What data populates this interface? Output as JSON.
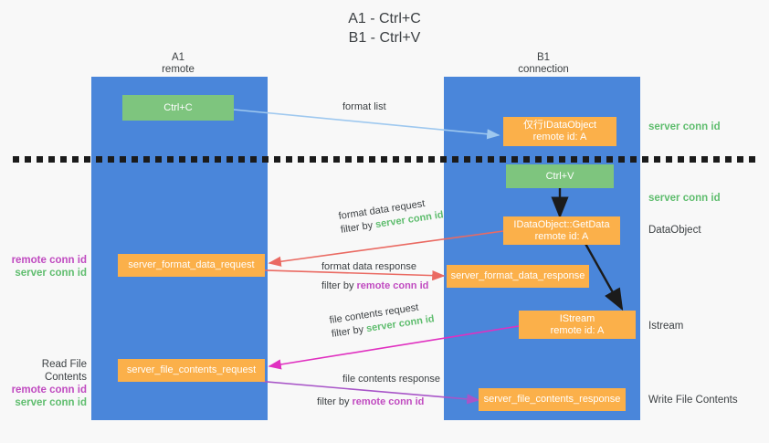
{
  "title": "A1 - Ctrl+C\nB1 - Ctrl+V",
  "lanes": {
    "left": {
      "name": "A1",
      "role": "remote",
      "header": "A1\nremote"
    },
    "right": {
      "name": "B1",
      "role": "connection",
      "header": "B1\nconnection"
    }
  },
  "colors": {
    "lane": "#4a86da",
    "green_node": "#7ec57e",
    "orange_node": "#fbb04a",
    "server_conn_id": "#5fbd6e",
    "remote_conn_id": "#c04ac0",
    "arrow_blue": "#9ec8ef",
    "arrow_red": "#ea6a62",
    "arrow_magenta": "#e030c0",
    "arrow_purple": "#a855c8",
    "arrow_black": "#1b1b1b",
    "background": "#f8f8f8",
    "text": "#3c4043"
  },
  "nodes": [
    {
      "id": "ctrl-c",
      "label": "Ctrl+C",
      "lane": "left",
      "color": "green"
    },
    {
      "id": "idataobject",
      "label": "仅行IDataObject\nremote id: A",
      "lane": "right",
      "color": "orange"
    },
    {
      "id": "ctrl-v",
      "label": "Ctrl+V",
      "lane": "right",
      "color": "green"
    },
    {
      "id": "getdata",
      "label": "IDataObject::GetData\nremote id: A",
      "lane": "right",
      "color": "orange"
    },
    {
      "id": "fmt-req",
      "label": "server_format_data_request",
      "lane": "left",
      "color": "orange"
    },
    {
      "id": "fmt-resp",
      "label": "server_format_data_response",
      "lane": "right",
      "color": "orange"
    },
    {
      "id": "istream",
      "label": "IStream\nremote id: A",
      "lane": "right",
      "color": "orange"
    },
    {
      "id": "file-req",
      "label": "server_file_contents_request",
      "lane": "left",
      "color": "orange"
    },
    {
      "id": "file-resp",
      "label": "server_file_contents_response",
      "lane": "right",
      "color": "orange"
    }
  ],
  "edge_labels": {
    "format_list": "format list",
    "format_data_request": "format data request",
    "format_data_request_filter_prefix": "filter by ",
    "format_data_request_filter_value": "server conn id",
    "format_data_response": "format data response",
    "format_data_response_filter_prefix": "filter by ",
    "format_data_response_filter_value": "remote conn id",
    "file_contents_request": "file contents request",
    "file_contents_request_filter_prefix": "filter by ",
    "file_contents_request_filter_value": "server conn id",
    "file_contents_response": "file contents response",
    "file_contents_response_filter_prefix": "filter by ",
    "file_contents_response_filter_value": "remote conn id"
  },
  "right_annotations": [
    {
      "id": "server-conn-id-1",
      "text": "server conn id",
      "style": "green"
    },
    {
      "id": "server-conn-id-2",
      "text": "server conn id",
      "style": "green"
    },
    {
      "id": "dataobject",
      "text": "DataObject",
      "style": "plain"
    },
    {
      "id": "istream-label",
      "text": "Istream",
      "style": "plain"
    },
    {
      "id": "write-file",
      "text": "Write File Contents",
      "style": "plain"
    }
  ],
  "left_annotations": {
    "group1": {
      "remote": "remote conn id",
      "server": "server conn id"
    },
    "group2": {
      "heading": "Read File Contents",
      "remote": "remote conn id",
      "server": "server conn id"
    }
  }
}
